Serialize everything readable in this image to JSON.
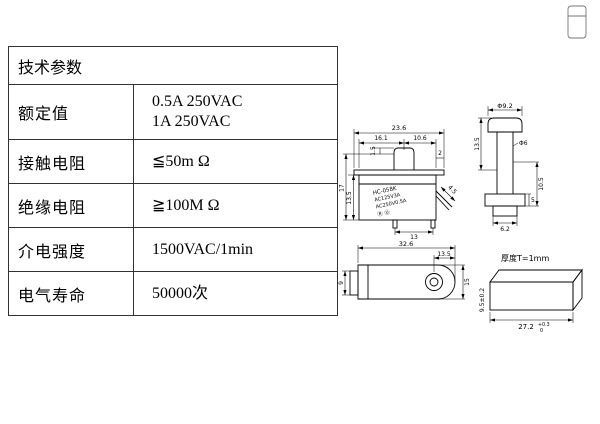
{
  "table": {
    "header": "技术参数",
    "rows": [
      {
        "label": "额定值",
        "value": "0.5A 250VAC\n1A 250VAC"
      },
      {
        "label": "接触电阻",
        "value": "≦50m Ω"
      },
      {
        "label": "绝缘电阻",
        "value": "≧100M Ω"
      },
      {
        "label": "介电强度",
        "value": "1500VAC/1min"
      },
      {
        "label": "电气寿命",
        "value": "50000次"
      }
    ]
  },
  "drawings": {
    "side_view": {
      "dim_width_total": "23.6",
      "dim_width_left": "16.1",
      "dim_width_right": "10.6",
      "dim_flange_overhang": "2",
      "dim_plunger_tip": "1.5",
      "dim_height_total": "17",
      "dim_body_height": "13.5",
      "dim_terminal_pitch": "13",
      "dim_lever": "4.5",
      "marking_line1": "HC-058K",
      "marking_line2": "AC125V3A",
      "marking_line3": "AC250V0.5A",
      "marking_certs": "Ⓡ Ⓤ"
    },
    "plunger_view": {
      "dim_cap_dia": "Φ9.2",
      "dim_stem_dia": "Φ6",
      "dim_upper_len": "13.5",
      "dim_lower_len": "10.5",
      "dim_flange": "5",
      "dim_tip_width": "6.2"
    },
    "top_view": {
      "dim_length": "32.6",
      "dim_to_center": "13.5",
      "dim_tab_width": "9",
      "dim_body_width": "15"
    },
    "plate_view": {
      "note": "厚度T=1mm",
      "dim_length": "27.2",
      "tol_upper": "+0.3",
      "tol_lower": "0",
      "dim_height": "9.5±0.2"
    }
  }
}
